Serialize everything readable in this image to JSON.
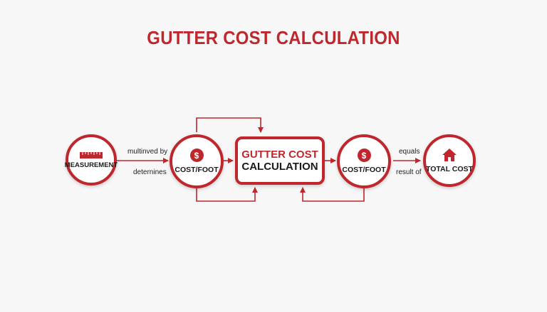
{
  "title": "GUTTER COST CALCULATION",
  "nodes": {
    "measurement": {
      "label": "MEASUREMENT",
      "icon": "ruler-icon"
    },
    "cost_foot_left": {
      "label": "COST/FOOT",
      "icon": "dollar-icon",
      "glyph": "$"
    },
    "center": {
      "line1": "GUTTER COST",
      "line2": "CALCULATION"
    },
    "cost_foot_right": {
      "label": "COST/FOOT",
      "icon": "dollar-icon",
      "glyph": "$"
    },
    "total_cost": {
      "label": "TOTAL COST",
      "icon": "house-icon"
    }
  },
  "edges": {
    "multiplied_by": "multinved by",
    "determines": "deternines",
    "equals": "equals",
    "result_of": "result of"
  },
  "colors": {
    "accent": "#c0272d",
    "text": "#1a1a1a",
    "background": "#f7f7f7"
  }
}
